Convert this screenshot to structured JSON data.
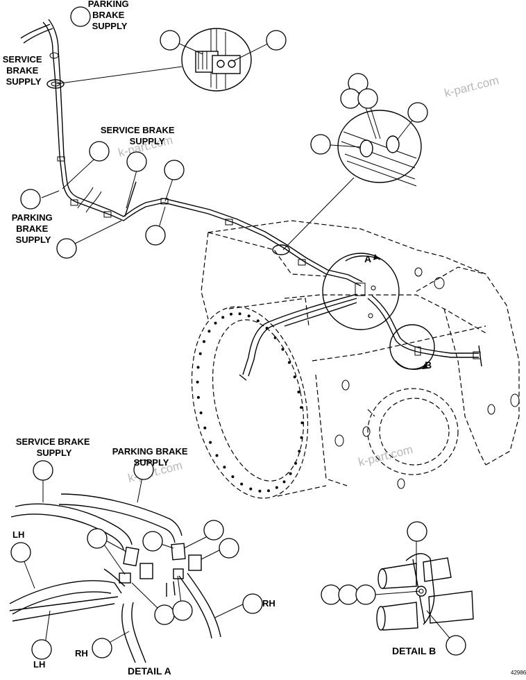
{
  "labels": {
    "parking_supply_top": [
      "PARKING",
      "BRAKE",
      "SUPPLY"
    ],
    "service_supply_left": [
      "SERVICE",
      "BRAKE",
      "SUPPLY"
    ],
    "service_supply_mid": [
      "SERVICE BRAKE",
      "SUPPLY"
    ],
    "parking_supply_left": [
      "PARKING",
      "BRAKE",
      "SUPPLY"
    ],
    "service_supply_detail": [
      "SERVICE BRAKE",
      "SUPPLY"
    ],
    "parking_supply_detail": [
      "PARKING BRAKE",
      "SUPPLY"
    ],
    "lh_top": "LH",
    "lh_bottom": "LH",
    "rh_right": "RH",
    "rh_left": "RH",
    "view_a": "A",
    "view_b": "B",
    "detail_a": "DETAIL A",
    "detail_b": "DETAIL B",
    "figure_number": "42986"
  },
  "watermarks": [
    "k-part.com",
    "k-part.com",
    "k-part.com",
    "k-part.com"
  ]
}
